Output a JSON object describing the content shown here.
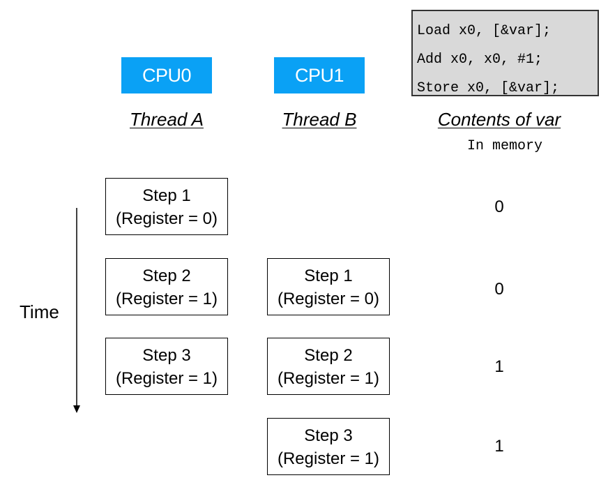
{
  "cpus": [
    {
      "label": "CPU0",
      "thread": "Thread A"
    },
    {
      "label": "CPU1",
      "thread": "Thread B"
    }
  ],
  "memory_header": "Contents of var",
  "memory_note": "In memory",
  "code": [
    "Load x0, [&var];",
    "Add x0, x0, #1;",
    "Store x0, [&var];"
  ],
  "time_label": "Time",
  "thread_a_steps": [
    {
      "step": "Step 1",
      "register": "(Register = 0)"
    },
    {
      "step": "Step 2",
      "register": "(Register = 1)"
    },
    {
      "step": "Step 3",
      "register": "(Register = 1)"
    }
  ],
  "thread_b_steps": [
    {
      "step": "Step 1",
      "register": "(Register = 0)"
    },
    {
      "step": "Step 2",
      "register": "(Register = 1)"
    },
    {
      "step": "Step 3",
      "register": "(Register = 1)"
    }
  ],
  "memory_values": [
    "0",
    "0",
    "1",
    "1"
  ],
  "colors": {
    "cpu_fill": "#0aa1f5",
    "code_box_fill": "#d9d9d9"
  }
}
